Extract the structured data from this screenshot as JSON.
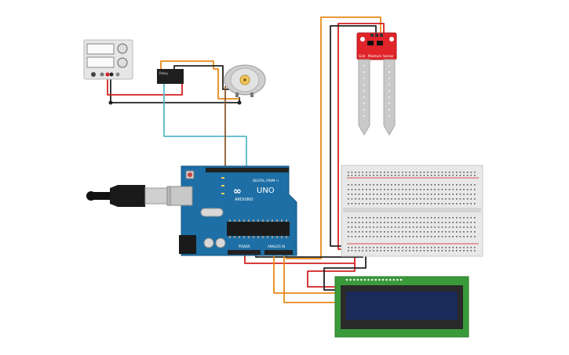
{
  "arduino": {
    "brand": "ARDUINO",
    "model": "UNO",
    "digital_label": "DIGITAL (PWM~)",
    "power_label": "POWER",
    "analog_label": "ANALOG IN"
  },
  "relay": {
    "label": "Relay"
  },
  "sensor": {
    "gnd_label": "Gnd",
    "title": "Moisture",
    "sensor_label": "Sensor"
  },
  "colors": {
    "wire_orange": "#e88a1a",
    "wire_red": "#d42020",
    "wire_black": "#222222",
    "wire_brown": "#8b5a2b",
    "wire_cyan": "#5ab8c8",
    "arduino_blue": "#1d6fa5",
    "sensor_red": "#e0242a",
    "lcd_green": "#3a9a3a",
    "lcd_screen": "#1a2a5a"
  }
}
